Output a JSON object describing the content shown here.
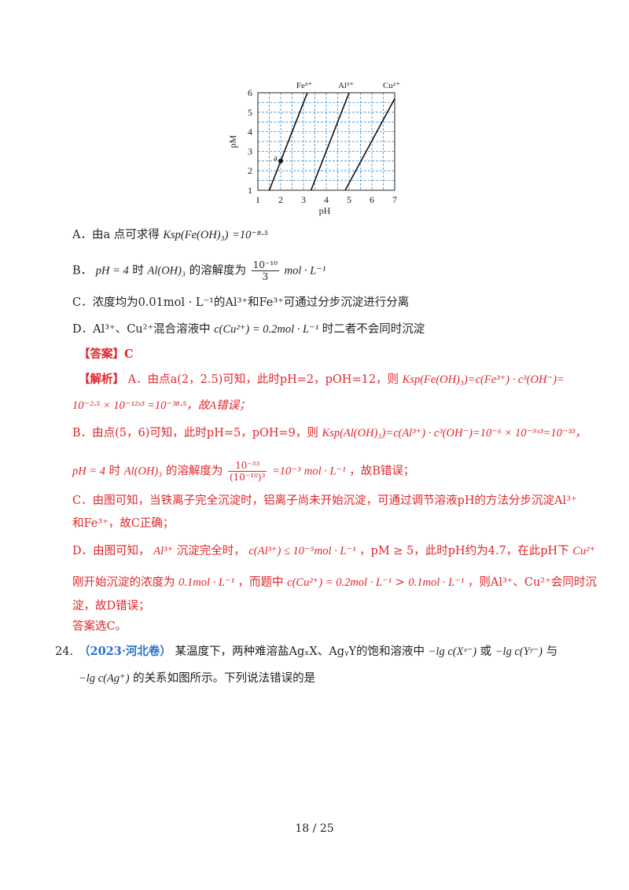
{
  "chart_data": {
    "type": "line",
    "xlabel": "pH",
    "ylabel": "pM",
    "xlim": [
      1,
      7
    ],
    "ylim": [
      1,
      6
    ],
    "xticks": [
      "1",
      "2",
      "3",
      "4",
      "5",
      "6",
      "7"
    ],
    "yticks": [
      "1",
      "2",
      "3",
      "4",
      "5",
      "6"
    ],
    "grid": true,
    "series": [
      {
        "name": "Fe³⁺",
        "x": [
          1.5,
          3.17
        ],
        "y": [
          1.0,
          6.0
        ]
      },
      {
        "name": "Al³⁺",
        "x": [
          3.33,
          5.0
        ],
        "y": [
          1.0,
          6.0
        ]
      },
      {
        "name": "Cu²⁺",
        "x": [
          4.83,
          7.0
        ],
        "y": [
          1.0,
          5.7
        ]
      }
    ],
    "annotations": [
      {
        "label": "a",
        "x": 2.0,
        "y": 2.5
      }
    ]
  },
  "options": {
    "A": {
      "label": "A．由a 点可求得",
      "ksp_expr": "Ksp(Fe(OH)₃)",
      "value": "=10⁻⁸·⁵"
    },
    "B": {
      "label": "B．",
      "cond": "pH = 4",
      "mid": "时",
      "sub": "Al(OH)₃",
      "text": "的溶解度为",
      "num": "10⁻¹⁰",
      "den": "3",
      "unit": "mol · L⁻¹"
    },
    "C": {
      "text1": "C．浓度均为0.01mol · L⁻¹的Al³⁺和Fe³⁺可通过分步沉淀进行分离"
    },
    "D": {
      "text1": "D．Al³⁺、Cu²⁺混合溶液中",
      "cond": "c(Cu²⁺) = 0.2mol · L⁻¹",
      "text2": "时二者不会同时沉淀"
    }
  },
  "answer": {
    "label": "【答案】",
    "value": "C"
  },
  "analysis": {
    "label": "【解析】",
    "a1": "A．由点a(2，2.5)可知，此时pH=2，pOH=12，则",
    "a1_expr": "Ksp(Fe(OH)₃)=c(Fe³⁺) · c³(OH⁻)=",
    "a2": "10⁻²·⁵ × 10⁻¹²ˣ³ =10⁻³⁸·⁵，故A错误；",
    "b1": "B．由点(5，6)可知，此时pH=5，pOH=9，则",
    "b1_expr": "Ksp(Al(OH)₃)=c(Al³⁺) · c³(OH⁻)=10⁻⁶ × 10⁻⁹ˣ³=10⁻³³，",
    "b2_pre": "pH = 4",
    "b2_mid": "时",
    "b2_sub": "Al(OH)₃",
    "b2_text": "的溶解度为",
    "b2_num": "10⁻³³",
    "b2_den": "(10⁻¹⁰)³",
    "b2_res": "=10⁻³",
    "b2_unit": "mol · L⁻¹",
    "b2_end": "，故B错误；",
    "c1": "C．由图可知，当铁离子完全沉淀时，铝离子尚未开始沉淀，可通过调节溶液pH的方法分步沉淀Al³⁺",
    "c2": "和Fe³⁺，故C正确；",
    "d1_pre": "D．由图可知，",
    "d1_ion": "Al³⁺",
    "d1_mid": "沉淀完全时，",
    "d1_expr": "c(Al³⁺) ≤ 10⁻⁵mol · L⁻¹",
    "d1_post": "，pM ≥ 5，此时pH约为4.7，在此pH下",
    "d1_end": "Cu²⁺",
    "d2_pre": "刚开始沉淀的浓度为",
    "d2_val": "0.1mol · L⁻¹",
    "d2_mid": "，而题中",
    "d2_expr": "c(Cu²⁺) = 0.2mol · L⁻¹",
    "d2_gt": ">",
    "d2_val2": "0.1mol · L⁻¹",
    "d2_post": "，则Al³⁺、Cu²⁺会同时沉",
    "d3": "淀，故D错误；",
    "final": "答案选C。"
  },
  "question24": {
    "number": "24.",
    "source": "（2023·河北卷）",
    "text1": "某温度下，两种难溶盐AgₓX、AgᵧY的饱和溶液中",
    "expr1": "−lg c(Xˣ⁻)",
    "or": "或",
    "expr2": "−lg c(Yʸ⁻)",
    "and": "与",
    "expr3": "−lg c(Ag⁺)",
    "text2": "的关系如图所示。下列说法错误的是"
  },
  "footer": {
    "page": "18",
    "sep": "/",
    "total": "25"
  }
}
